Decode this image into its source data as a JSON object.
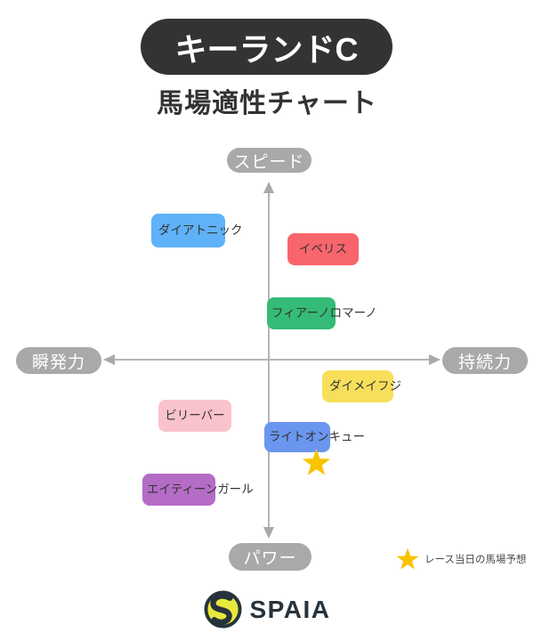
{
  "header": {
    "race_title": "キーランドC",
    "subtitle": "馬場適性チャート"
  },
  "chart_data": {
    "type": "scatter",
    "title": "キーランドC 馬場適性チャート",
    "axes": {
      "top": "スピード",
      "bottom": "パワー",
      "left": "瞬発力",
      "right": "持続力"
    },
    "x_meaning": "瞬発力(-1) ↔ 持続力(+1)",
    "y_meaning": "パワー(-1) ↔ スピード(+1)",
    "grid": false,
    "points": [
      {
        "label": "ダイアトニック",
        "color": "#5fb2f7",
        "x": -0.48,
        "y": 0.73
      },
      {
        "label": "イベリス",
        "color": "#f8656b",
        "x": 0.32,
        "y": 0.62
      },
      {
        "label": "フィアーノロマーノ",
        "color": "#35bb78",
        "x": 0.19,
        "y": 0.26
      },
      {
        "label": "ダイメイフジ",
        "color": "#f8df5b",
        "x": 0.53,
        "y": -0.15
      },
      {
        "label": "ビリーバー",
        "color": "#f9c3ce",
        "x": -0.44,
        "y": -0.32
      },
      {
        "label": "ライトオンキュー",
        "color": "#6a96f0",
        "x": 0.17,
        "y": -0.44
      },
      {
        "label": "エイティーンガール",
        "color": "#b46cc6",
        "x": -0.53,
        "y": -0.73
      }
    ],
    "annotation": {
      "type": "star",
      "label": "レース当日の馬場予想",
      "color": "#f8c400",
      "x": 0.28,
      "y": -0.57
    }
  },
  "legend": {
    "label": "レース当日の馬場予想"
  },
  "footer": {
    "brand": "SPAIA"
  },
  "palette": {
    "title_bg": "#333333",
    "axis_gray": "#a9a9a9",
    "axis_line": "#b5b5b5",
    "text_dark": "#333333",
    "star_color": "#f8c400",
    "brand_navy": "#27333c",
    "brand_yellow": "#e8e93c"
  }
}
